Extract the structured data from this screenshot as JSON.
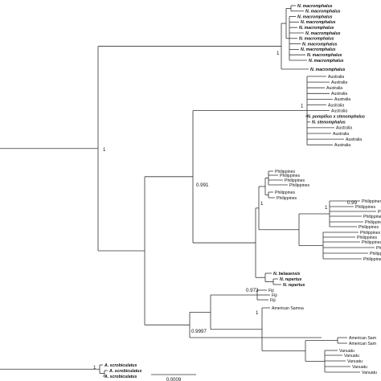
{
  "tree": {
    "line_color": "#333333",
    "clades": {
      "macromphalus": {
        "support": "1",
        "taxa": [
          "N. macromphalus",
          "N. macromphalus",
          "N. macromphalus",
          "N. macromphalus",
          "N. macromphalus",
          "N. macromphalus",
          "N. macromphalus",
          "N. macromphalus",
          "N. macromphalus",
          "N. macromphalus",
          "N. macromphalus"
        ],
        "outer": "N. macromphalus"
      },
      "australia": {
        "support": "1",
        "taxa": [
          "Australia",
          "Australia",
          "Australia",
          "Australia",
          "Australia",
          "Australia",
          "Australia",
          "N. pompilius x stenomphalus",
          "N. stenomphalus",
          "Australia",
          "Australia",
          "Australia",
          "Australia"
        ]
      },
      "philippines_top": {
        "taxa": [
          "Philippines",
          "Philippines",
          "Philippines",
          "Philippines",
          "Philippines",
          "Philippines"
        ]
      },
      "philippines_main": {
        "support": "1",
        "inner_support": "0.99",
        "taxa": [
          "Philippines",
          "Philippines",
          "Phi",
          "Philippines",
          "Philippines",
          "Philippines",
          "Philippines",
          "Philippines",
          "Philippines",
          "Phil",
          "Philippines",
          "Philippines"
        ]
      },
      "belauensis": {
        "taxa": [
          "N. belauensis",
          "N. repertus",
          "N. repertus"
        ]
      },
      "pacific": {
        "support": "0.9997",
        "fiji_support": "0.973",
        "samoa_support": "1",
        "fiji_taxa": [
          "Fiji",
          "Fiji",
          "Fiji"
        ],
        "samoa_taxa": [
          "American Samoa",
          "American Sam",
          "American Sam"
        ],
        "vanuatu_taxa": [
          "Vanuatu",
          "Vanuatu",
          "Vanuatu",
          "Vanuatu",
          "Vanuatu"
        ]
      },
      "outgroup": {
        "support": "1",
        "taxa": [
          "A. scrobiculatus",
          "A. scrobiculatus",
          "A. scrobiculatus"
        ]
      }
    },
    "node_supports": {
      "root_ingroup": "1",
      "mid": "0.991"
    },
    "scale_bar": {
      "label": "0.0009"
    }
  }
}
